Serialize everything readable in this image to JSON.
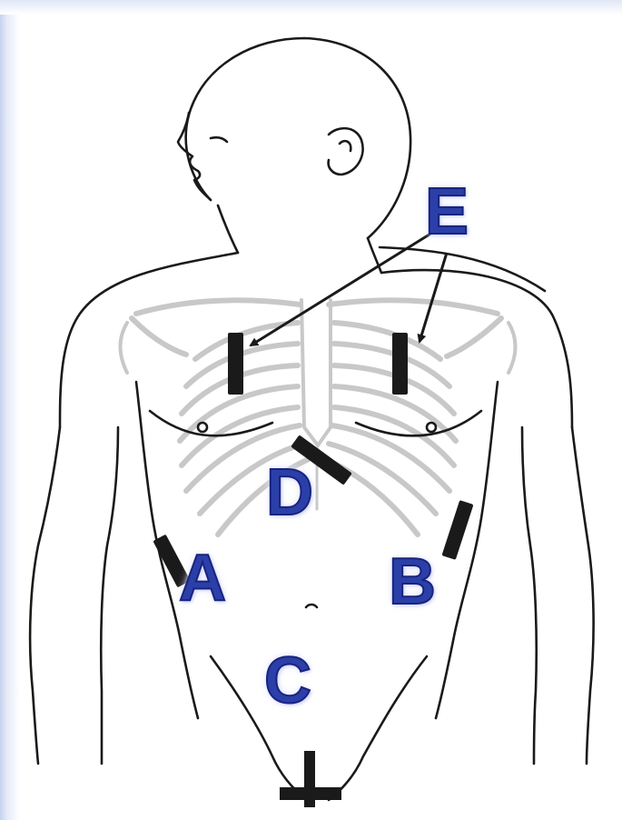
{
  "labels": {
    "a": "A",
    "b": "B",
    "c": "C",
    "d": "D",
    "e": "E"
  },
  "colors": {
    "label": "#2b3fa8",
    "label_outline": "#1a237e",
    "body_outline": "#1a1a1a",
    "skeleton": "#c8c8c8",
    "electrode": "#1a1a1a",
    "background_edge": "#c4d3ef"
  }
}
